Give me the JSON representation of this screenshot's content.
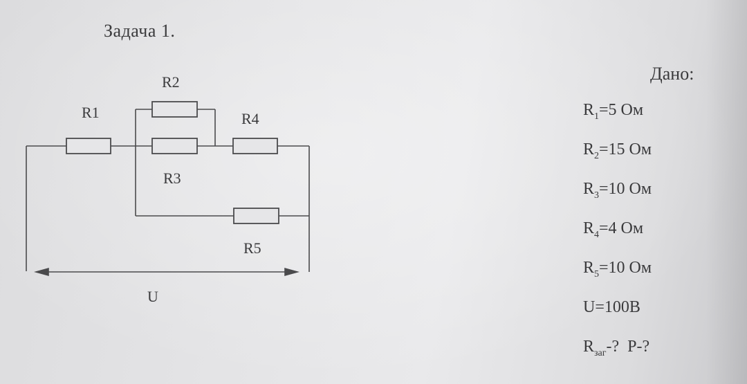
{
  "task": {
    "title": "Задача 1."
  },
  "circuit": {
    "labels": {
      "r1": "R1",
      "r2": "R2",
      "r3": "R3",
      "r4": "R4",
      "r5": "R5",
      "u": "U"
    }
  },
  "given": {
    "heading": "Дано:",
    "items": [
      {
        "sym": "R",
        "sub": "1",
        "rest": "=5 Ом"
      },
      {
        "sym": "R",
        "sub": "2",
        "rest": "=15 Ом"
      },
      {
        "sym": "R",
        "sub": "3",
        "rest": "=10 Ом"
      },
      {
        "sym": "R",
        "sub": "4",
        "rest": "=4 Ом"
      },
      {
        "sym": "R",
        "sub": "5",
        "rest": "=10 Ом"
      },
      {
        "sym": "U",
        "sub": "",
        "rest": "=100В"
      }
    ],
    "question": {
      "sym": "R",
      "sub": "заг",
      "rest": "-?",
      "second": "P-?"
    }
  }
}
